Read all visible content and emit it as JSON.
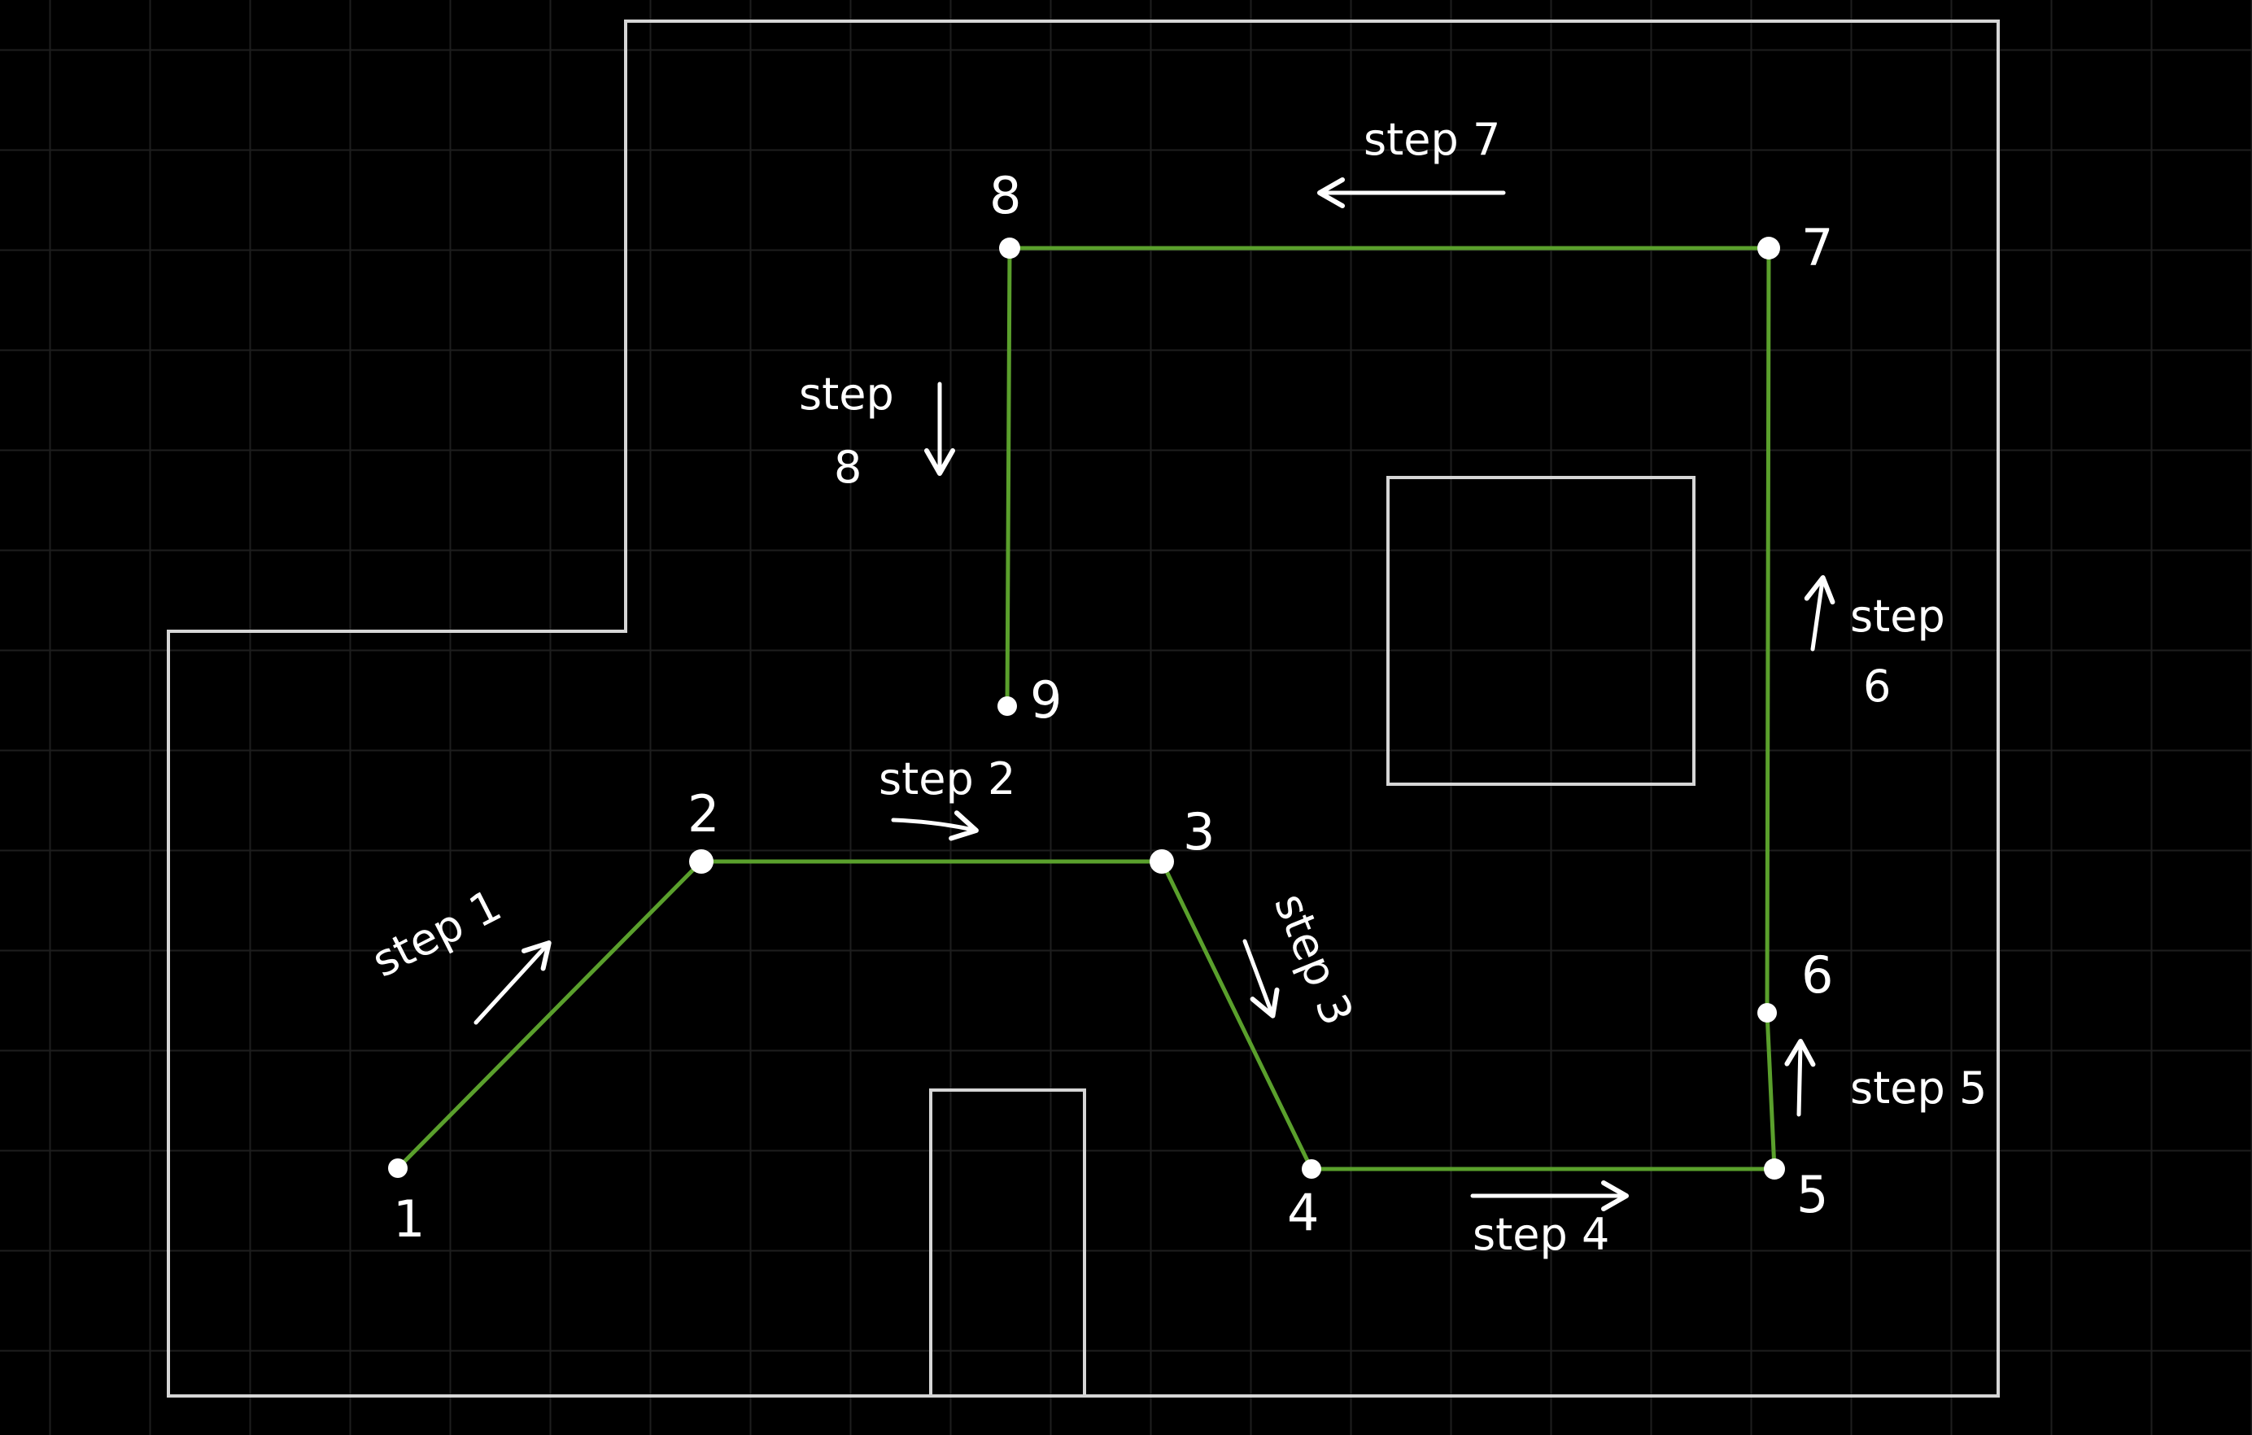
{
  "colors": {
    "background": "#000000",
    "grid": "#1e1e1e",
    "walls": "#d6d6d6",
    "path": "#5aa02c",
    "points": "#ffffff",
    "text": "#ffffff"
  },
  "diagram": {
    "points": [
      {
        "id": "1",
        "label": "1"
      },
      {
        "id": "2",
        "label": "2"
      },
      {
        "id": "3",
        "label": "3"
      },
      {
        "id": "4",
        "label": "4"
      },
      {
        "id": "5",
        "label": "5"
      },
      {
        "id": "6",
        "label": "6"
      },
      {
        "id": "7",
        "label": "7"
      },
      {
        "id": "8",
        "label": "8"
      },
      {
        "id": "9",
        "label": "9"
      }
    ],
    "steps": [
      {
        "id": "1",
        "label": "step 1"
      },
      {
        "id": "2",
        "label": "step 2"
      },
      {
        "id": "3",
        "label": "step 3"
      },
      {
        "id": "4",
        "label": "step 4"
      },
      {
        "id": "5",
        "label": "step 5"
      },
      {
        "id": "6a",
        "label": "step"
      },
      {
        "id": "6b",
        "label": "6"
      },
      {
        "id": "7",
        "label": "step 7"
      },
      {
        "id": "8a",
        "label": "step"
      },
      {
        "id": "8b",
        "label": "8"
      }
    ]
  }
}
